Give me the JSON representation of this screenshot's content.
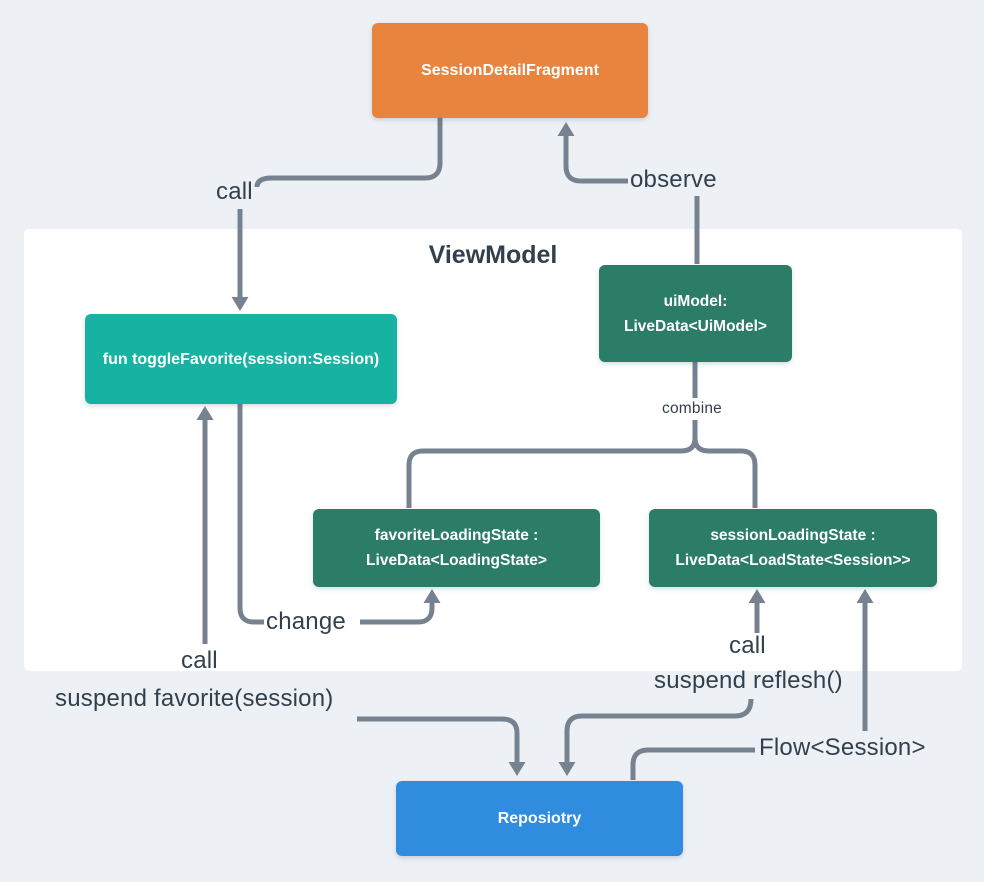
{
  "diagram": {
    "viewmodel_title": "ViewModel",
    "colors": {
      "background": "#EDF1F5",
      "container": "#FFFFFF",
      "fragment": "#E8843E",
      "action": "#17B2A2",
      "livedata": "#2B7D68",
      "repository": "#2F8CDE",
      "line": "#76828F",
      "label_text": "#32404E",
      "box_text": "#FFFFFF"
    },
    "nodes": {
      "fragment": {
        "label": "SessionDetailFragment"
      },
      "toggle_favorite": {
        "label": "fun toggleFavorite(session:Session)"
      },
      "ui_model": {
        "line1": "uiModel:",
        "line2": "LiveData<UiModel>"
      },
      "favorite_loading_state": {
        "line1": "favoriteLoadingState :",
        "line2": "LiveData<LoadingState>"
      },
      "session_loading_state": {
        "line1": "sessionLoadingState :",
        "line2": "LiveData<LoadState<Session>>"
      },
      "repository": {
        "label": "Reposiotry"
      }
    },
    "edge_labels": {
      "call_fragment_to_toggle": "call",
      "observe": "observe",
      "combine": "combine",
      "change": "change",
      "call_favorite": "call",
      "suspend_favorite": "suspend favorite(session)",
      "call_reflesh": "call",
      "suspend_reflesh": "suspend reflesh()",
      "flow_session": "Flow<Session>"
    }
  }
}
